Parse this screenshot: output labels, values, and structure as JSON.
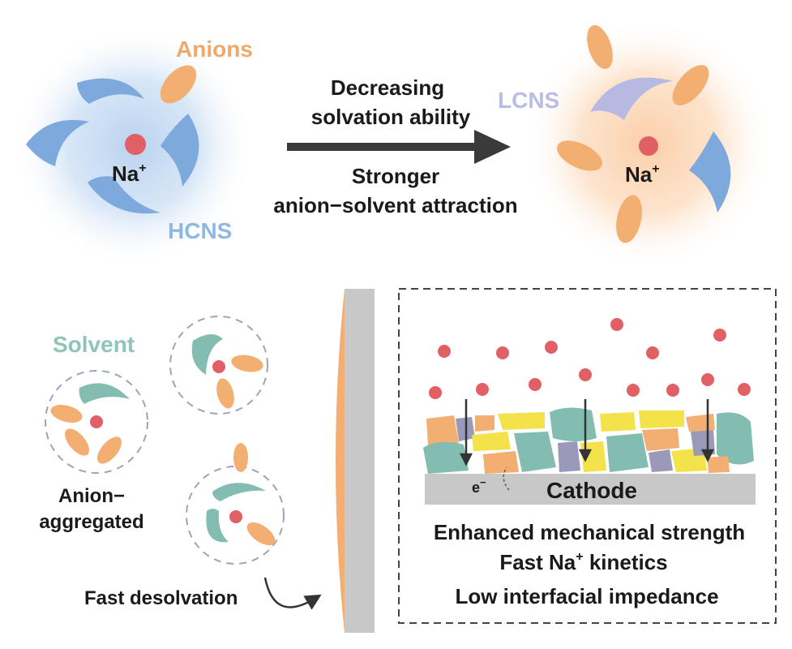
{
  "top": {
    "left_cluster": {
      "anions_label": "Anions",
      "ion_label": "Na",
      "ion_charge": "+",
      "hcns_label": "HCNS"
    },
    "arrow": {
      "line1": "Decreasing",
      "line2": "solvation ability",
      "line3": "Stronger",
      "line4": "anion−solvent attraction"
    },
    "right_cluster": {
      "lcns_label": "LCNS",
      "ion_label": "Na",
      "ion_charge": "+"
    }
  },
  "bottom": {
    "solvent_label": "Solvent",
    "aggregated_line1": "Anion−",
    "aggregated_line2": "aggregated",
    "fast_desolvation": "Fast desolvation",
    "cathode_label": "Cathode",
    "electron_label": "e",
    "electron_charge": "−",
    "benefits": {
      "line1": "Enhanced mechanical strength",
      "line2_a": "Fast Na",
      "line2_sup": "+",
      "line2_b": " kinetics",
      "line3": "Low interfacial impedance"
    }
  },
  "colors": {
    "anion": "#f3ae72",
    "solvent_hcns": "#7ea9dc",
    "solvent_lcns": "#b6b9e1",
    "solvent_teal": "#83bcb0",
    "na_ion": "#e06065",
    "hcns_glow": "#aac8ea",
    "lcns_glow": "#f8c49e",
    "cathode": "#c8c8c8",
    "yellow_particle": "#f4e24a",
    "purple_particle": "#9b99ba",
    "text_dark": "#1a1a1a",
    "label_blue": "#8fb7e3",
    "label_orange": "#f1a86b",
    "label_lavender": "#b9bde4",
    "label_teal": "#8fc4b8"
  }
}
